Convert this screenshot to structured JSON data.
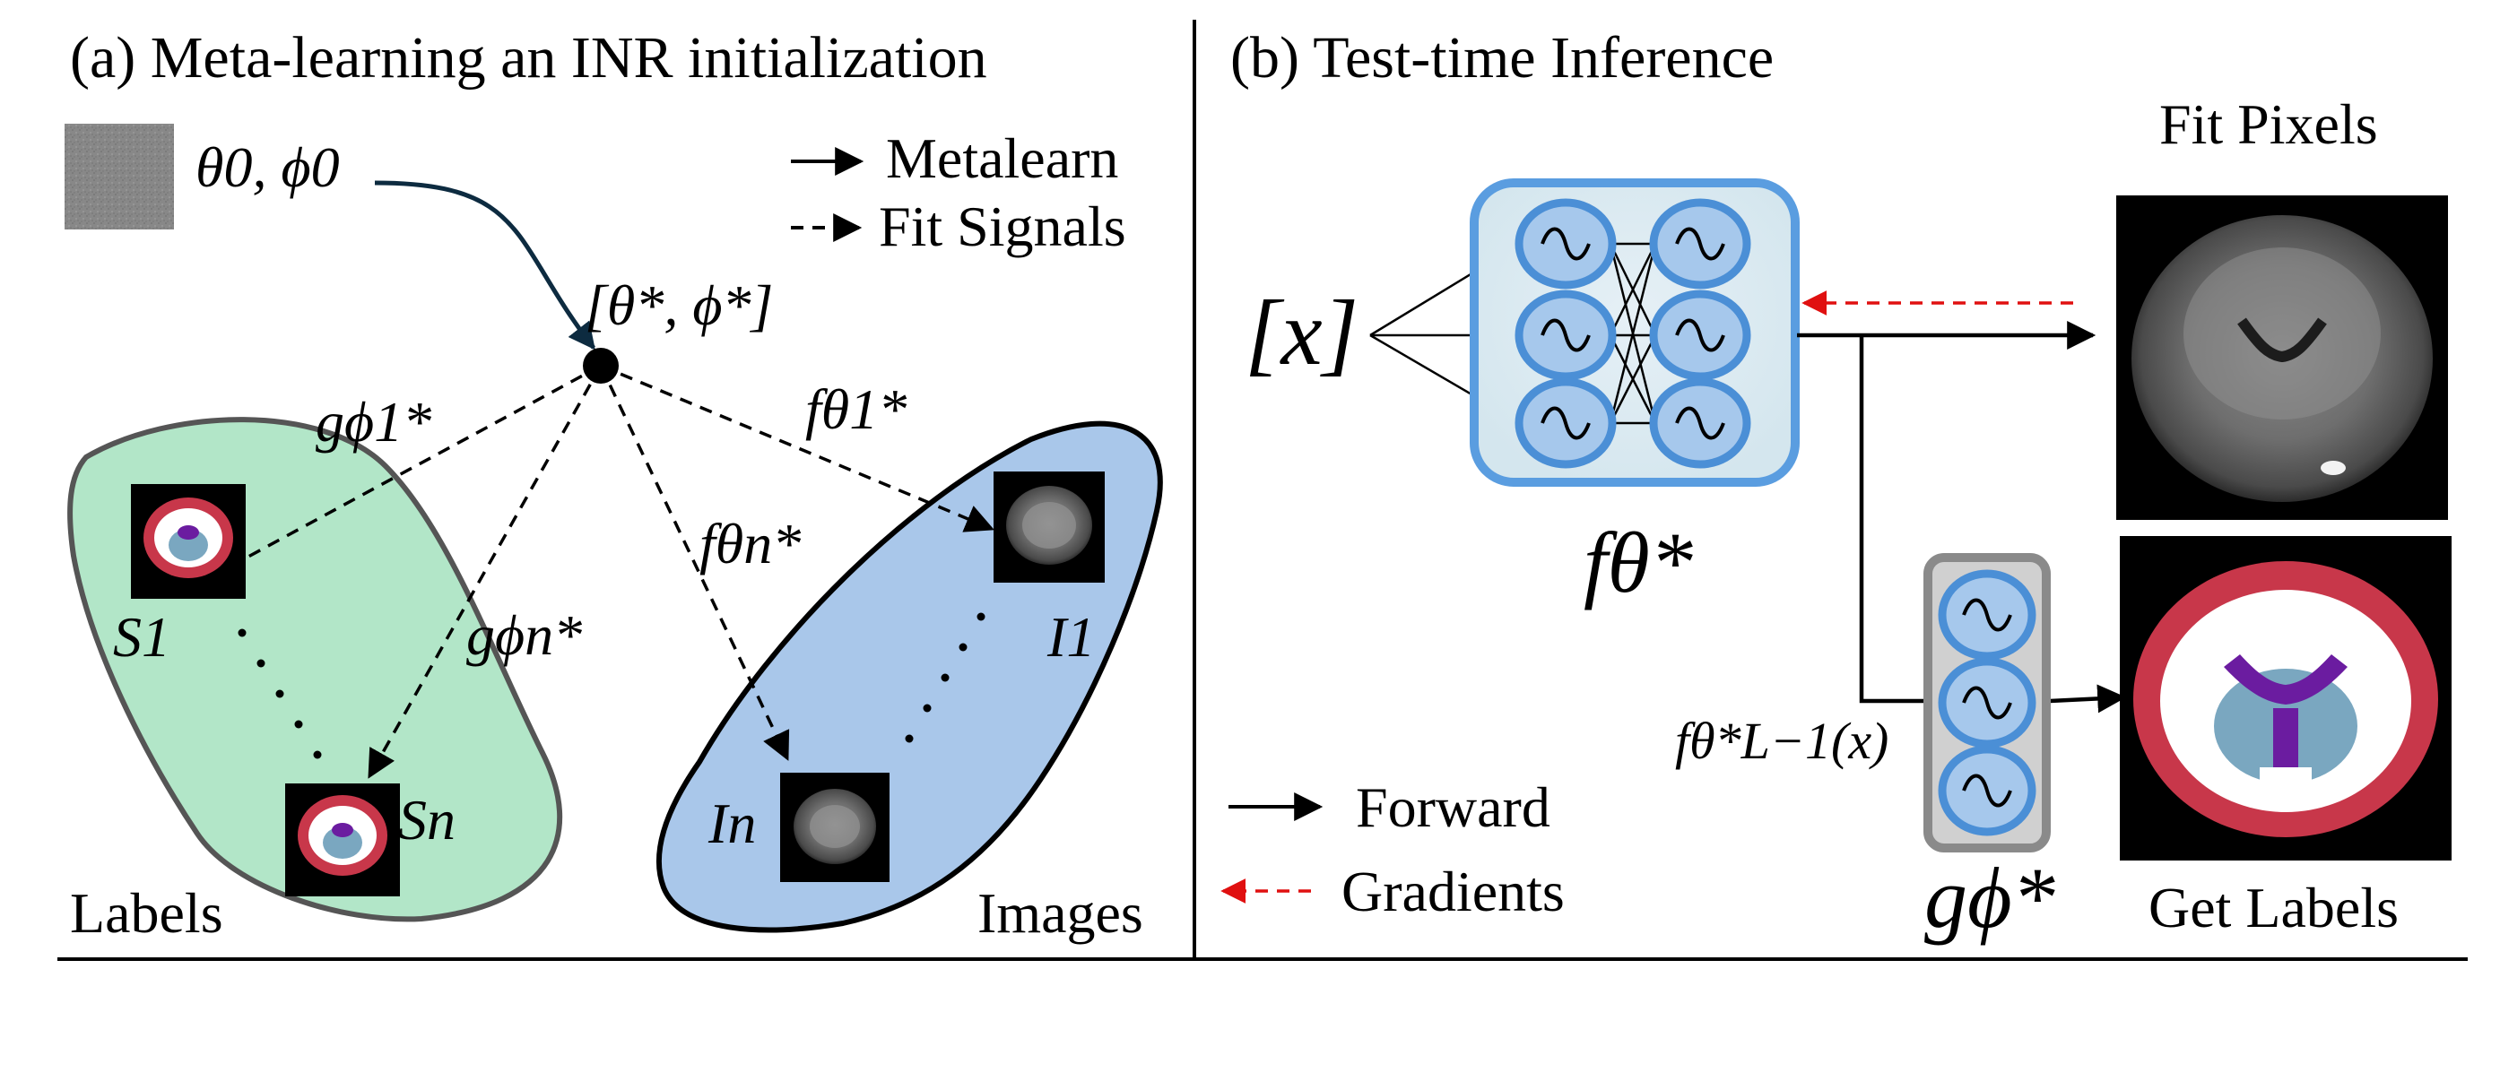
{
  "panel_a": {
    "title": "(a) Meta-learning an INR initialization",
    "init_params": "θ0, ϕ0",
    "meta_params": "[θ*, ϕ*]",
    "legend": {
      "metalearn": "Metalearn",
      "fit_signals": "Fit Signals"
    },
    "labels_title": "Labels",
    "images_title": "Images",
    "seg_first": "S1",
    "seg_last": "Sn",
    "img_first": "I1",
    "img_last": "In",
    "edge_g1": "gϕ1*",
    "edge_gn": "gϕn*",
    "edge_f1": "fθ1*",
    "edge_fn": "fθn*"
  },
  "panel_b": {
    "title": "(b) Test-time Inference",
    "input": "[x]",
    "f_label": "fθ*",
    "g_label": "gϕ*",
    "feature_label": "fθ*L−1(x)",
    "fit_pixels": "Fit Pixels",
    "get_labels": "Get Labels",
    "legend": {
      "forward": "Forward",
      "gradients": "Gradients"
    }
  },
  "colors": {
    "labels_blob": "#b2e6c8",
    "images_blob": "#a9c7ea",
    "node_fill": "#a6c8ec",
    "node_stroke": "#4b8fd6",
    "f_box_stroke": "#5a9de0",
    "g_box_fill": "#d0d0d0",
    "g_box_stroke": "#8a8a8a",
    "gradient_arrow": "#e01010",
    "init_curve": "#0d2b40",
    "seg_red": "#c8374a",
    "seg_blue": "#7aa7c0",
    "seg_purple": "#6b1ca0"
  }
}
